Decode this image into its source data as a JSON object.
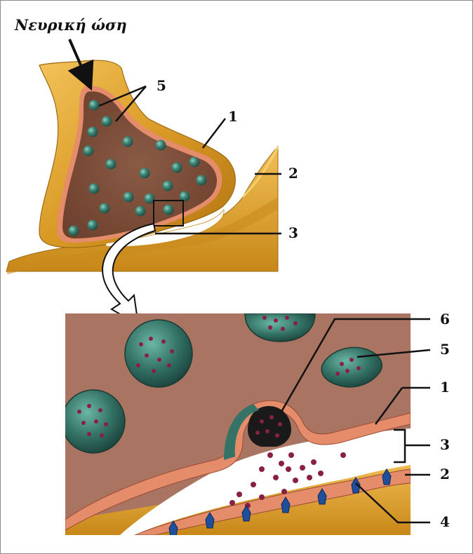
{
  "title": "Νευρική ώση",
  "labels": {
    "top_1": "1",
    "top_2": "2",
    "top_3": "3",
    "top_5": "5",
    "bottom_1": "1",
    "bottom_2": "2",
    "bottom_3": "3",
    "bottom_4": "4",
    "bottom_5": "5",
    "bottom_6": "6"
  },
  "colors": {
    "axon_gold": "#e0a52a",
    "axon_dark": "#b77a14",
    "membrane_salmon": "#e58c6a",
    "cytoplasm_brown": "#7a4a35",
    "zoom_background": "#a7705e",
    "vesicle_teal": "#2f6b61",
    "vesicle_light": "#6fb3a3",
    "neurotransmitter": "#8a1f45",
    "receptor_blue": "#1f4f9a"
  }
}
